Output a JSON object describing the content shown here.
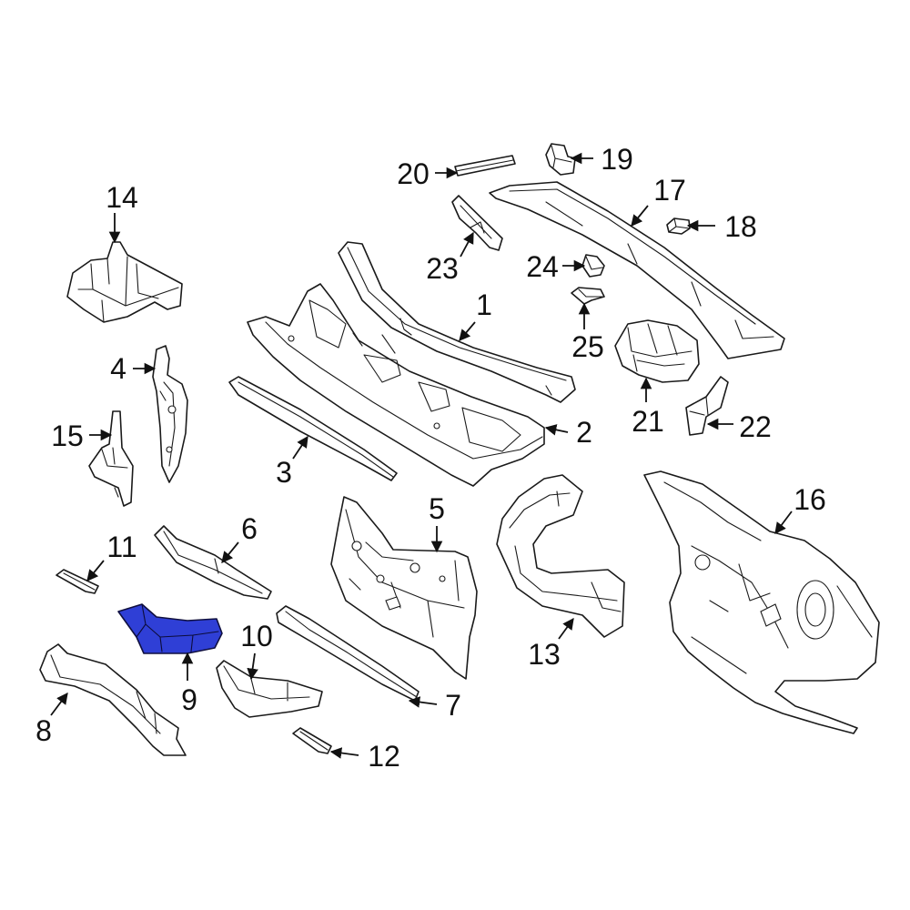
{
  "colors": {
    "background": "#ffffff",
    "line": "#1a1a1a",
    "highlighted_part_fill": "#2f3fd6"
  },
  "highlighted_part": "9",
  "callouts": [
    {
      "id": "c1",
      "label": "1"
    },
    {
      "id": "c2",
      "label": "2"
    },
    {
      "id": "c3",
      "label": "3"
    },
    {
      "id": "c4",
      "label": "4"
    },
    {
      "id": "c5",
      "label": "5"
    },
    {
      "id": "c6",
      "label": "6"
    },
    {
      "id": "c7",
      "label": "7"
    },
    {
      "id": "c8",
      "label": "8"
    },
    {
      "id": "c9",
      "label": "9"
    },
    {
      "id": "c10",
      "label": "10"
    },
    {
      "id": "c11",
      "label": "11"
    },
    {
      "id": "c12",
      "label": "12"
    },
    {
      "id": "c13",
      "label": "13"
    },
    {
      "id": "c14",
      "label": "14"
    },
    {
      "id": "c15",
      "label": "15"
    },
    {
      "id": "c16",
      "label": "16"
    },
    {
      "id": "c17",
      "label": "17"
    },
    {
      "id": "c18",
      "label": "18"
    },
    {
      "id": "c19",
      "label": "19"
    },
    {
      "id": "c20",
      "label": "20"
    },
    {
      "id": "c21",
      "label": "21"
    },
    {
      "id": "c22",
      "label": "22"
    },
    {
      "id": "c23",
      "label": "23"
    },
    {
      "id": "c24",
      "label": "24"
    },
    {
      "id": "c25",
      "label": "25"
    }
  ]
}
